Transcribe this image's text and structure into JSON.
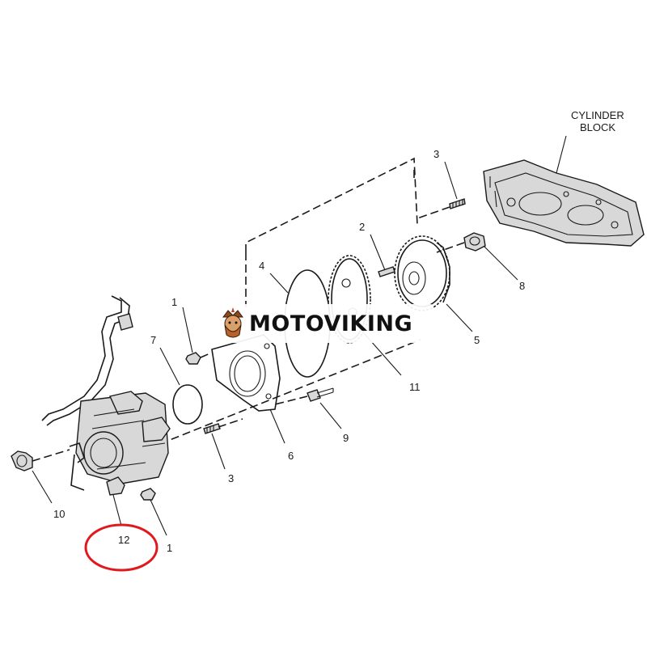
{
  "diagram": {
    "block_label_line1": "CYLINDER",
    "block_label_line2": "BLOCK",
    "callouts": [
      {
        "id": "c-1a",
        "text": "1"
      },
      {
        "id": "c-1b",
        "text": "1"
      },
      {
        "id": "c-2",
        "text": "2"
      },
      {
        "id": "c-3a",
        "text": "3"
      },
      {
        "id": "c-3b",
        "text": "3"
      },
      {
        "id": "c-4",
        "text": "4"
      },
      {
        "id": "c-5",
        "text": "5"
      },
      {
        "id": "c-6",
        "text": "6"
      },
      {
        "id": "c-7",
        "text": "7"
      },
      {
        "id": "c-8",
        "text": "8"
      },
      {
        "id": "c-9",
        "text": "9"
      },
      {
        "id": "c-10",
        "text": "10"
      },
      {
        "id": "c-11",
        "text": "11"
      },
      {
        "id": "c-12",
        "text": "12"
      }
    ],
    "highlight_color": "#e0191f",
    "line_color": "#1a1a1a"
  },
  "watermark": {
    "text": "MOTOVIKING",
    "logo_icon": "viking-mascot-icon"
  }
}
